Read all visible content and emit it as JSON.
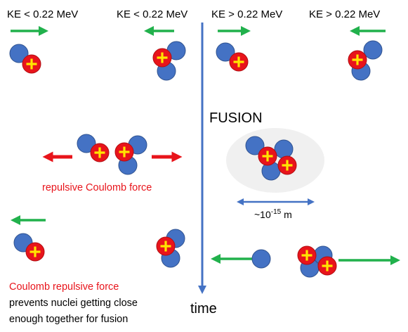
{
  "labels": {
    "ke_low_1": "KE < 0.22 MeV",
    "ke_low_2": "KE < 0.22 MeV",
    "ke_high_1": "KE > 0.22 MeV",
    "ke_high_2": "KE > 0.22 MeV",
    "fusion": "FUSION",
    "repulsive": "repulsive Coulomb force",
    "scale_prefix": "~10",
    "scale_exp": "-15",
    "scale_unit": " m",
    "caption_red": "Coulomb repulsive force",
    "caption_line2": "prevents nuclei getting close",
    "caption_line3": "enough together for fusion",
    "time": "time",
    "plus": "+"
  },
  "colors": {
    "neutron": "#4472c4",
    "neutron_stroke": "#2f528f",
    "proton": "#e8141b",
    "plus": "#ffe600",
    "motion_arrow": "#21b14c",
    "force_arrow": "#e8141b",
    "timeline": "#4472c4",
    "fusion_glow": "#f0f0f0",
    "caption_red": "#e8141b"
  },
  "icons": [
    "neutron-icon",
    "proton-icon",
    "motion-arrow-icon",
    "force-arrow-icon",
    "time-arrow-icon",
    "scale-arrow-icon"
  ]
}
